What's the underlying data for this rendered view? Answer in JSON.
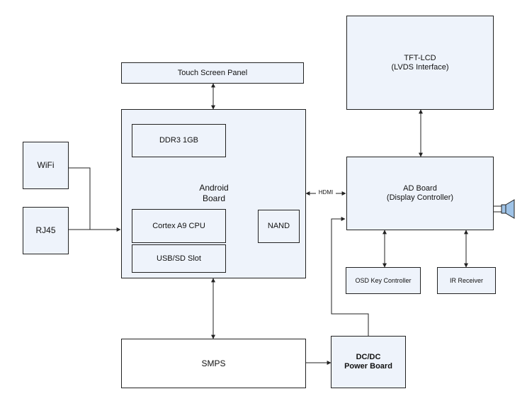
{
  "blocks": {
    "wifi": "WiFi",
    "rj45": "RJ45",
    "touch_panel": "Touch Screen Panel",
    "ddr3": "DDR3 1GB",
    "android_board": "Android\nBoard",
    "cpu": "Cortex A9 CPU",
    "nand": "NAND",
    "usb_sd": "USB/SD Slot",
    "tft_lcd": "TFT-LCD\n(LVDS Interface)",
    "ad_board": "AD Board\n(Display Controller)",
    "osd": "OSD Key Controller",
    "ir": "IR Receiver",
    "smps": "SMPS",
    "dcdc": "DC/DC\nPower Board"
  },
  "connections": {
    "hdmi": "HDMI"
  },
  "colors": {
    "block_fill": "#eef3fb",
    "line": "#222222"
  }
}
